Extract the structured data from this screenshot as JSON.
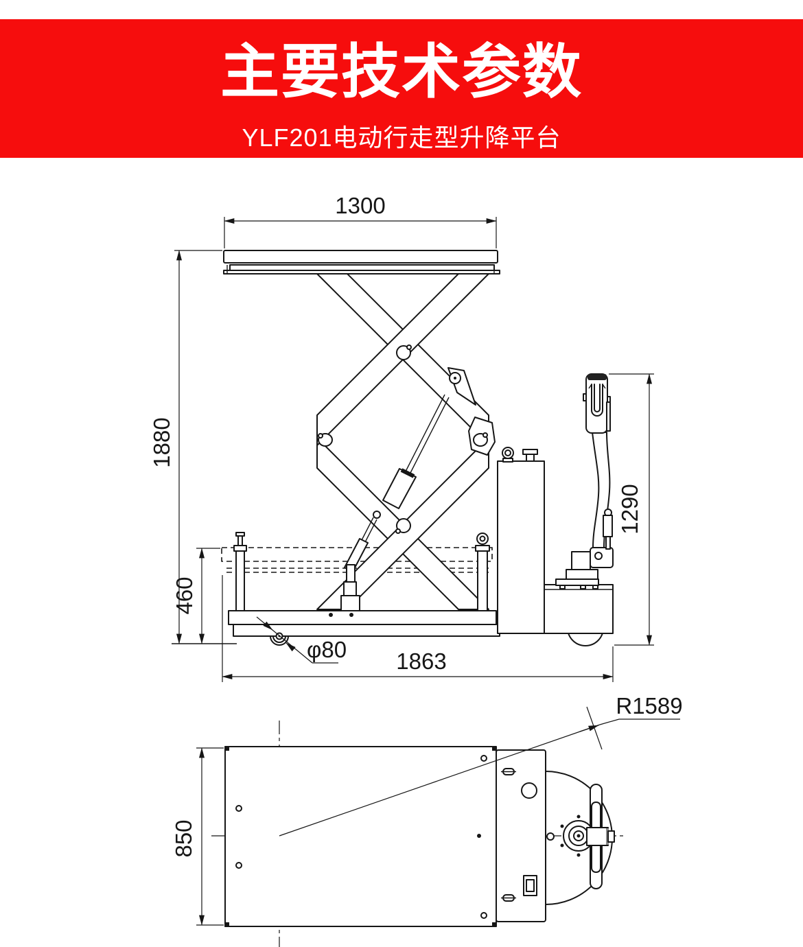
{
  "header": {
    "title": "主要技术参数",
    "subtitle": "YLF201电动行走型升降平台",
    "banner_color": "#f60d0d",
    "text_color": "#ffffff"
  },
  "drawing": {
    "line_color": "#161616",
    "background": "#ffffff",
    "side_view": {
      "dims": {
        "platform_length": "1300",
        "raised_height": "1880",
        "tiller_height": "1290",
        "lowered_height": "460",
        "overall_length": "1863",
        "caster_diameter": "φ80"
      }
    },
    "top_view": {
      "dims": {
        "overall_width": "850",
        "turning_radius": "R1589"
      }
    }
  }
}
